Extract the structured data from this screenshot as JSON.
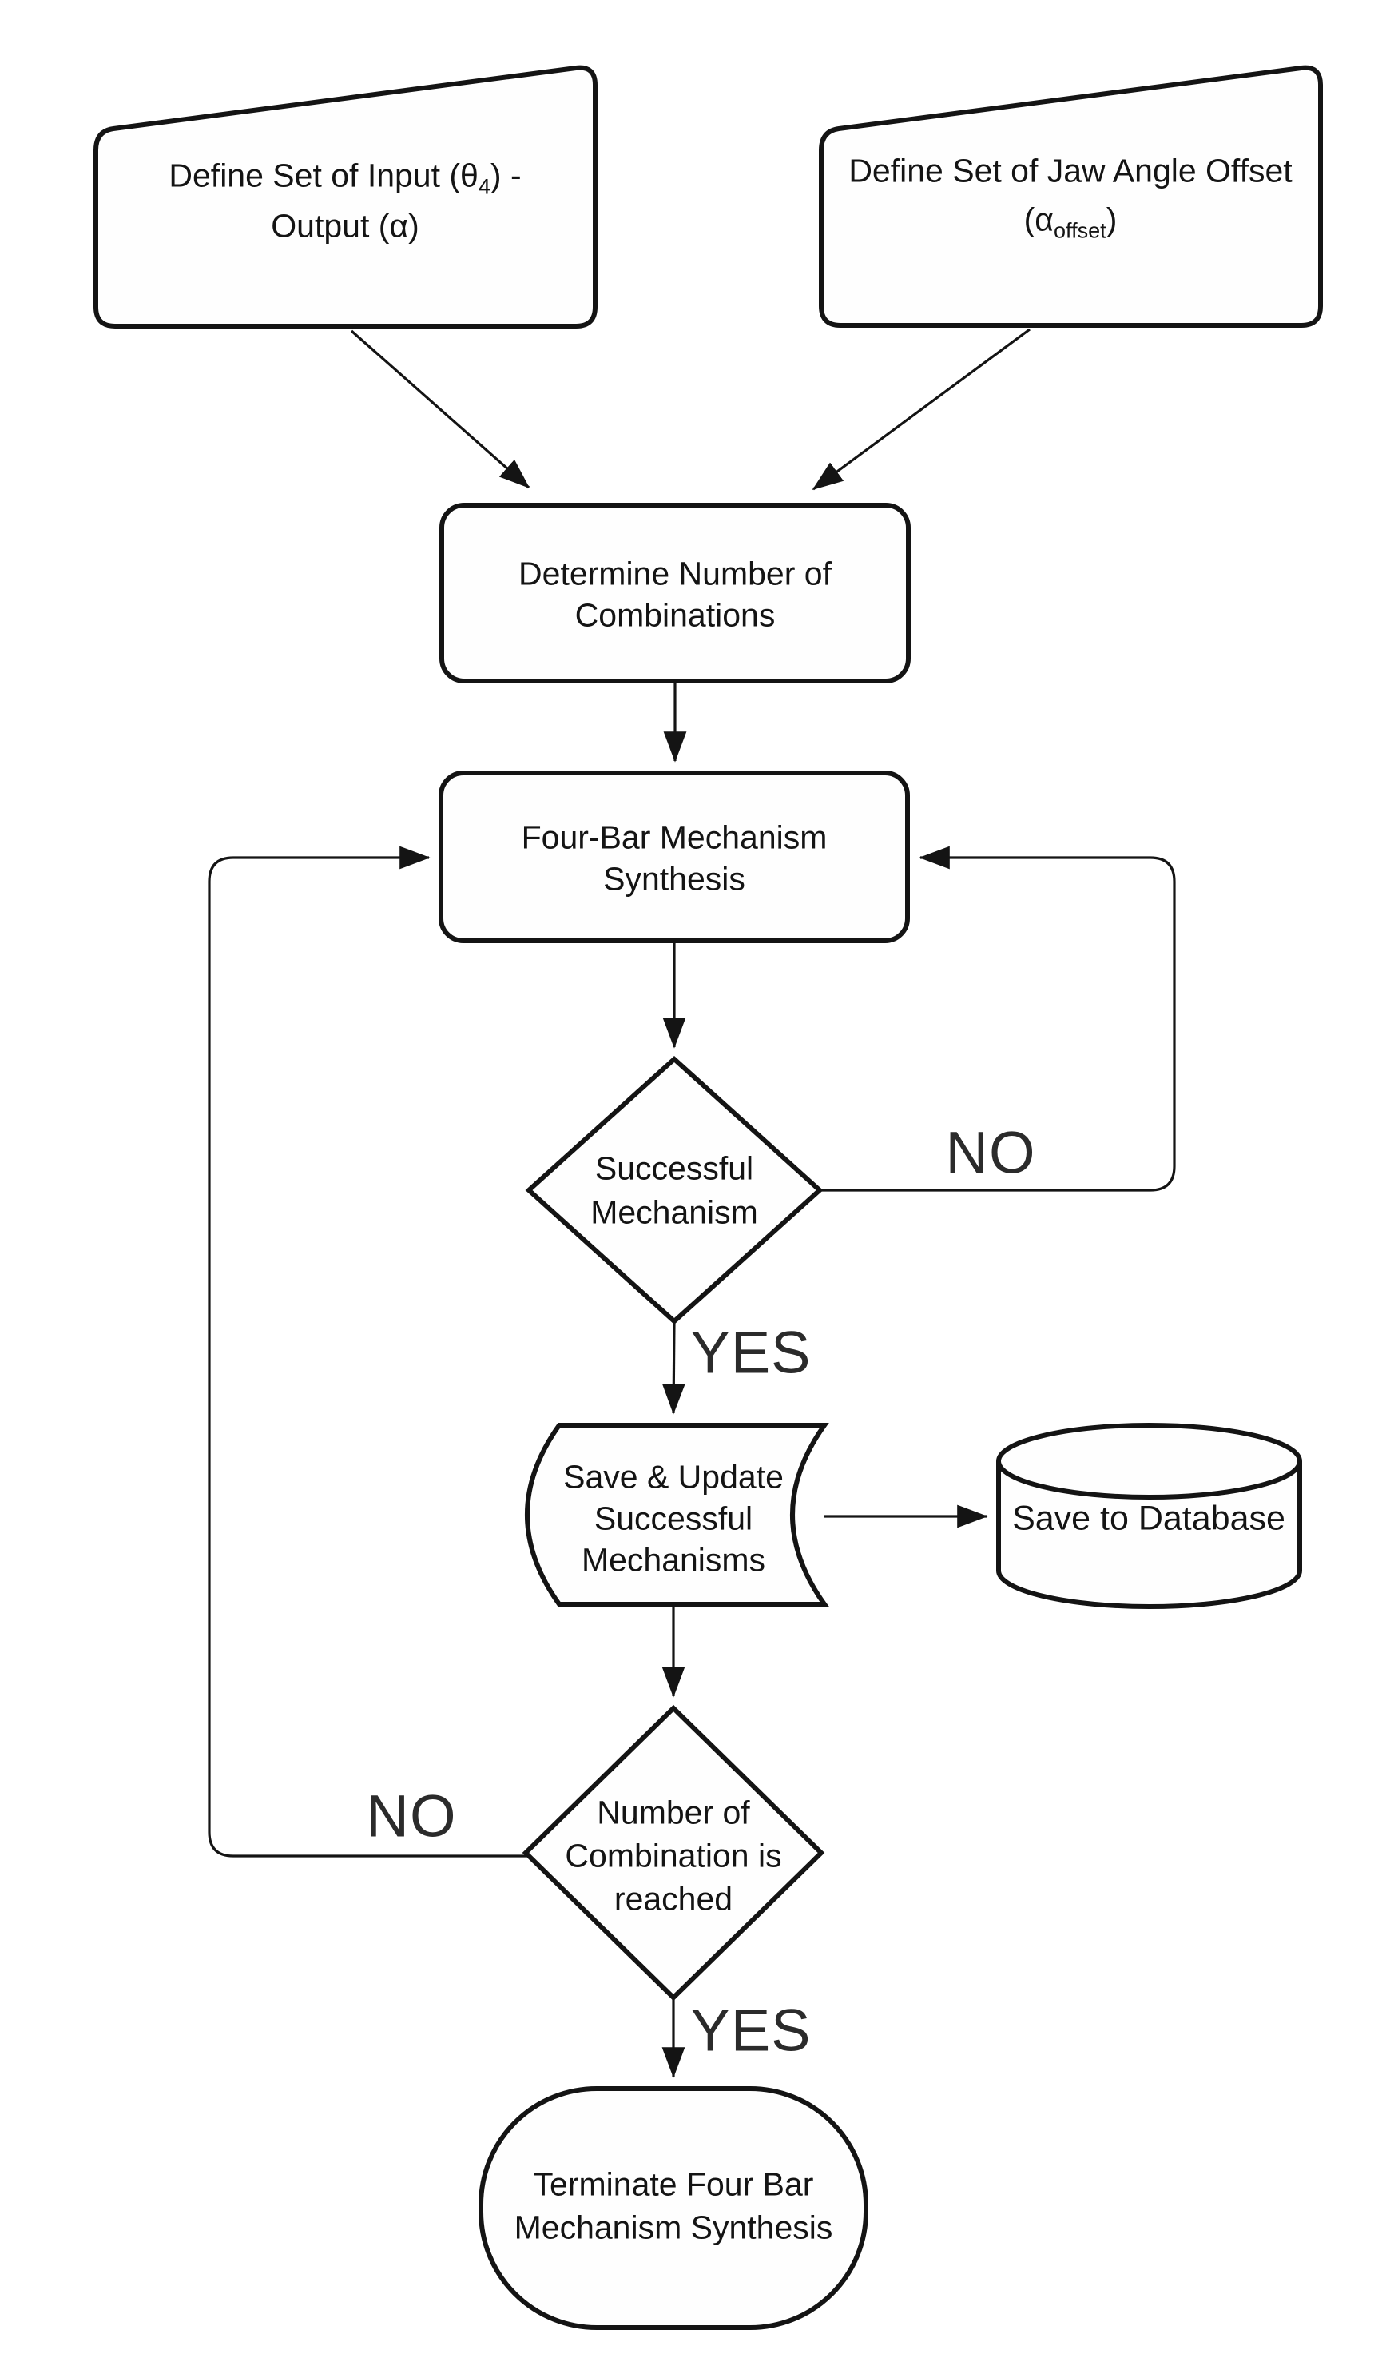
{
  "diagram": {
    "title": "Four-Bar Mechanism Synthesis Flowchart",
    "background_color": "#ffffff",
    "stroke_color": "#141414",
    "text_color": "#141414",
    "nodes": {
      "input_output": {
        "shape": "manual-input",
        "line1_pre": "Define Set of Input (θ",
        "line1_sub": "4",
        "line1_post": ") -",
        "line2": "Output (α)"
      },
      "jaw_offset": {
        "shape": "manual-input",
        "line1": "Define Set of Jaw Angle Offset",
        "line2_pre": "(α",
        "line2_sub": "offset",
        "line2_post": ")"
      },
      "determine_combinations": {
        "shape": "rounded-rectangle",
        "line1": "Determine Number of",
        "line2": "Combinations"
      },
      "fourbar_synthesis": {
        "shape": "rounded-rectangle",
        "line1": "Four-Bar Mechanism",
        "line2": "Synthesis"
      },
      "successful_mechanism": {
        "shape": "decision-diamond",
        "line1": "Successful",
        "line2": "Mechanism"
      },
      "save_update": {
        "shape": "stored-data",
        "line1": "Save & Update",
        "line2": "Successful",
        "line3": "Mechanisms"
      },
      "save_database": {
        "shape": "database-cylinder",
        "label": "Save to Database"
      },
      "combinations_reached": {
        "shape": "decision-diamond",
        "line1": "Number of",
        "line2": "Combination is",
        "line3": "reached"
      },
      "terminate": {
        "shape": "terminator-stadium",
        "line1": "Terminate Four Bar",
        "line2": "Mechanism Synthesis"
      }
    },
    "edge_labels": {
      "no_successful": "NO",
      "yes_successful": "YES",
      "no_reached": "NO",
      "yes_reached": "YES"
    }
  }
}
